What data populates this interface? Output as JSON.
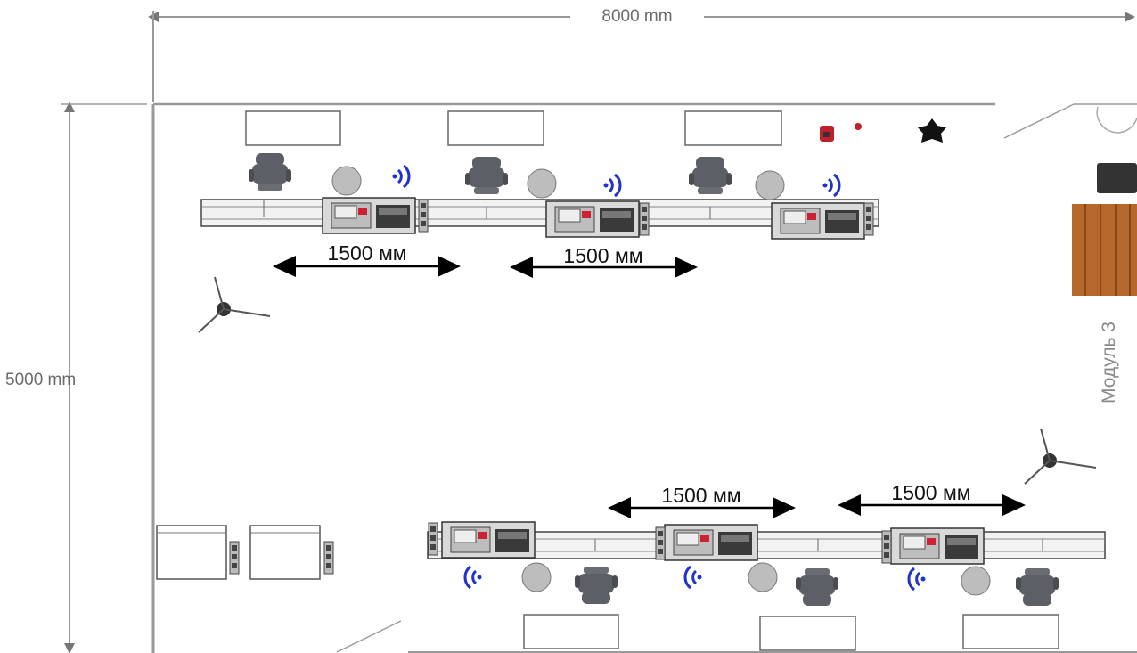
{
  "dimensions": {
    "width_label": "8000 mm",
    "height_label": "5000 mm"
  },
  "spacing": [
    {
      "label": "1500 мм"
    },
    {
      "label": "1500 мм"
    },
    {
      "label": "1500 мм"
    },
    {
      "label": "1500 мм"
    }
  ],
  "module_label": "Модуль 3",
  "colors": {
    "wall": "#9a9a9a",
    "chair": "#5d5f66",
    "wifi": "#2233cc",
    "wood": "#b5672c",
    "arrow": "#000000"
  }
}
